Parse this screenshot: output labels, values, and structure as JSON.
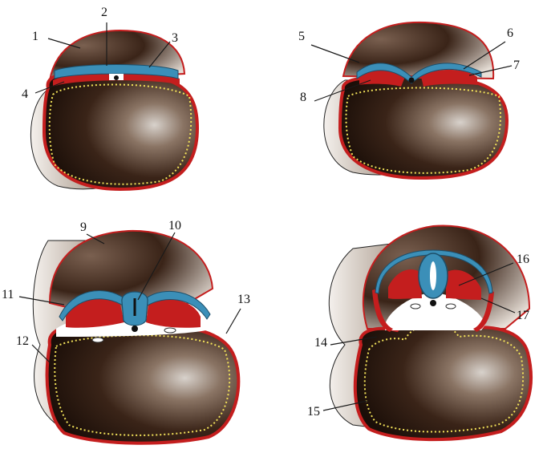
{
  "labels": {
    "l1": "1",
    "l2": "2",
    "l3": "3",
    "l4": "4",
    "l5": "5",
    "l6": "6",
    "l7": "7",
    "l8": "8",
    "l9": "9",
    "l10": "10",
    "l11": "11",
    "l12": "12",
    "l13": "13",
    "l14": "14",
    "l15": "15",
    "l16": "16",
    "l17": "17"
  },
  "colors": {
    "endoderm_red": "#c41e1e",
    "ectoderm_blue": "#3b8fb8",
    "yolk_dark": "#2a1a12",
    "yellow_dots": "#f2e25a"
  }
}
